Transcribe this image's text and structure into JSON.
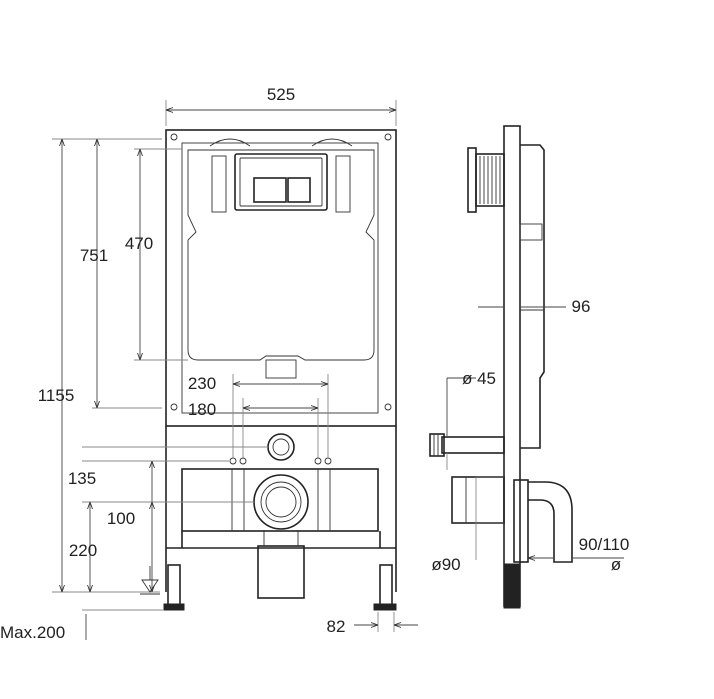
{
  "dimensions": {
    "width_total": "525",
    "height_total": "1155",
    "height_751": "751",
    "height_470": "470",
    "spacing_230": "230",
    "spacing_180": "180",
    "height_135": "135",
    "height_100": "100",
    "height_220": "220",
    "max_200": "Max.200",
    "foot_82": "82",
    "depth_96": "96",
    "diameter_45": "ø 45",
    "diameter_90": "ø90",
    "outlet_90_110": "90/110",
    "outlet_symbol": "ø"
  }
}
